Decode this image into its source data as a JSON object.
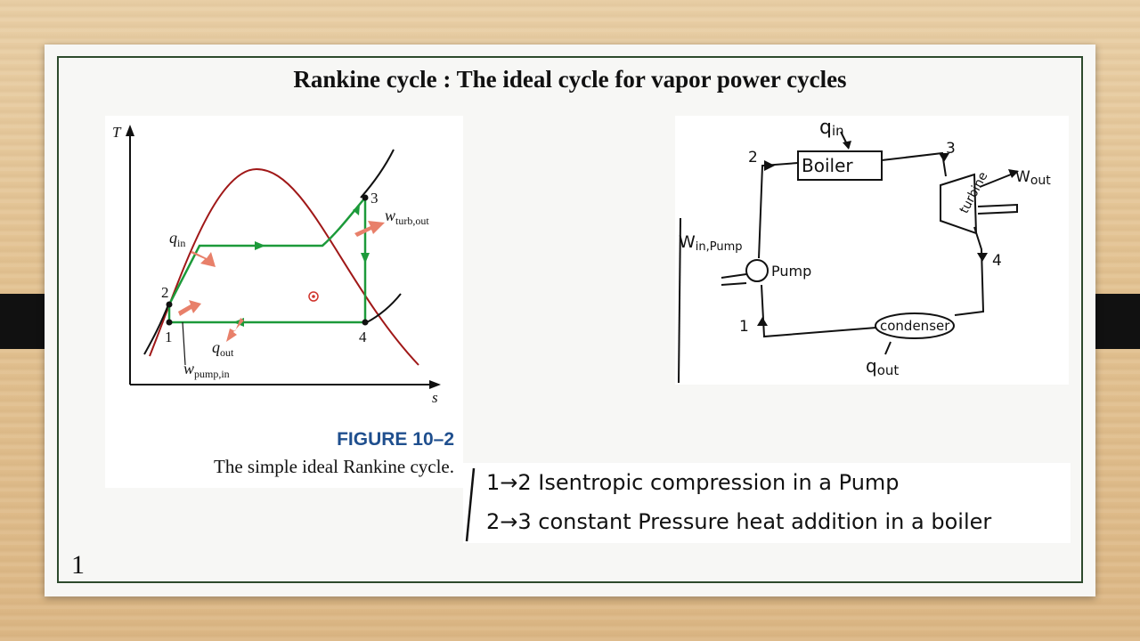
{
  "title": "Rankine cycle : The ideal cycle for vapor power cycles",
  "slide_number": "1",
  "ts_diagram": {
    "axis_y": "T",
    "axis_x": "s",
    "state_labels": [
      "1",
      "2",
      "3",
      "4"
    ],
    "q_in": "q",
    "q_in_sub": "in",
    "q_out": "q",
    "q_out_sub": "out",
    "w_turb": "w",
    "w_turb_sub": "turb,out",
    "w_pump": "w",
    "w_pump_sub": "pump,in",
    "figure_label": "FIGURE 10–2",
    "caption": "The simple ideal Rankine cycle."
  },
  "schematic": {
    "q_in": "q",
    "q_in_sub": "in",
    "q_out": "q",
    "q_out_sub": "out",
    "w_out": "W",
    "w_out_sub": "out",
    "w_in_pump": "W",
    "w_in_pump_sub": "in,Pump",
    "boiler": "Boiler",
    "turbine": "turbine",
    "pump": "Pump",
    "condenser": "condenser",
    "state_labels": [
      "1",
      "2",
      "3",
      "4"
    ]
  },
  "notes": [
    "1→2  Isentropic compression in a Pump",
    "2→3  constant Pressure heat addition in a boiler"
  ],
  "colors": {
    "dome": "#a01818",
    "cycle": "#1c9a3a",
    "arrow": "#e8806a",
    "figure_label": "#1f4f8e",
    "frame": "#2d4a2d"
  }
}
